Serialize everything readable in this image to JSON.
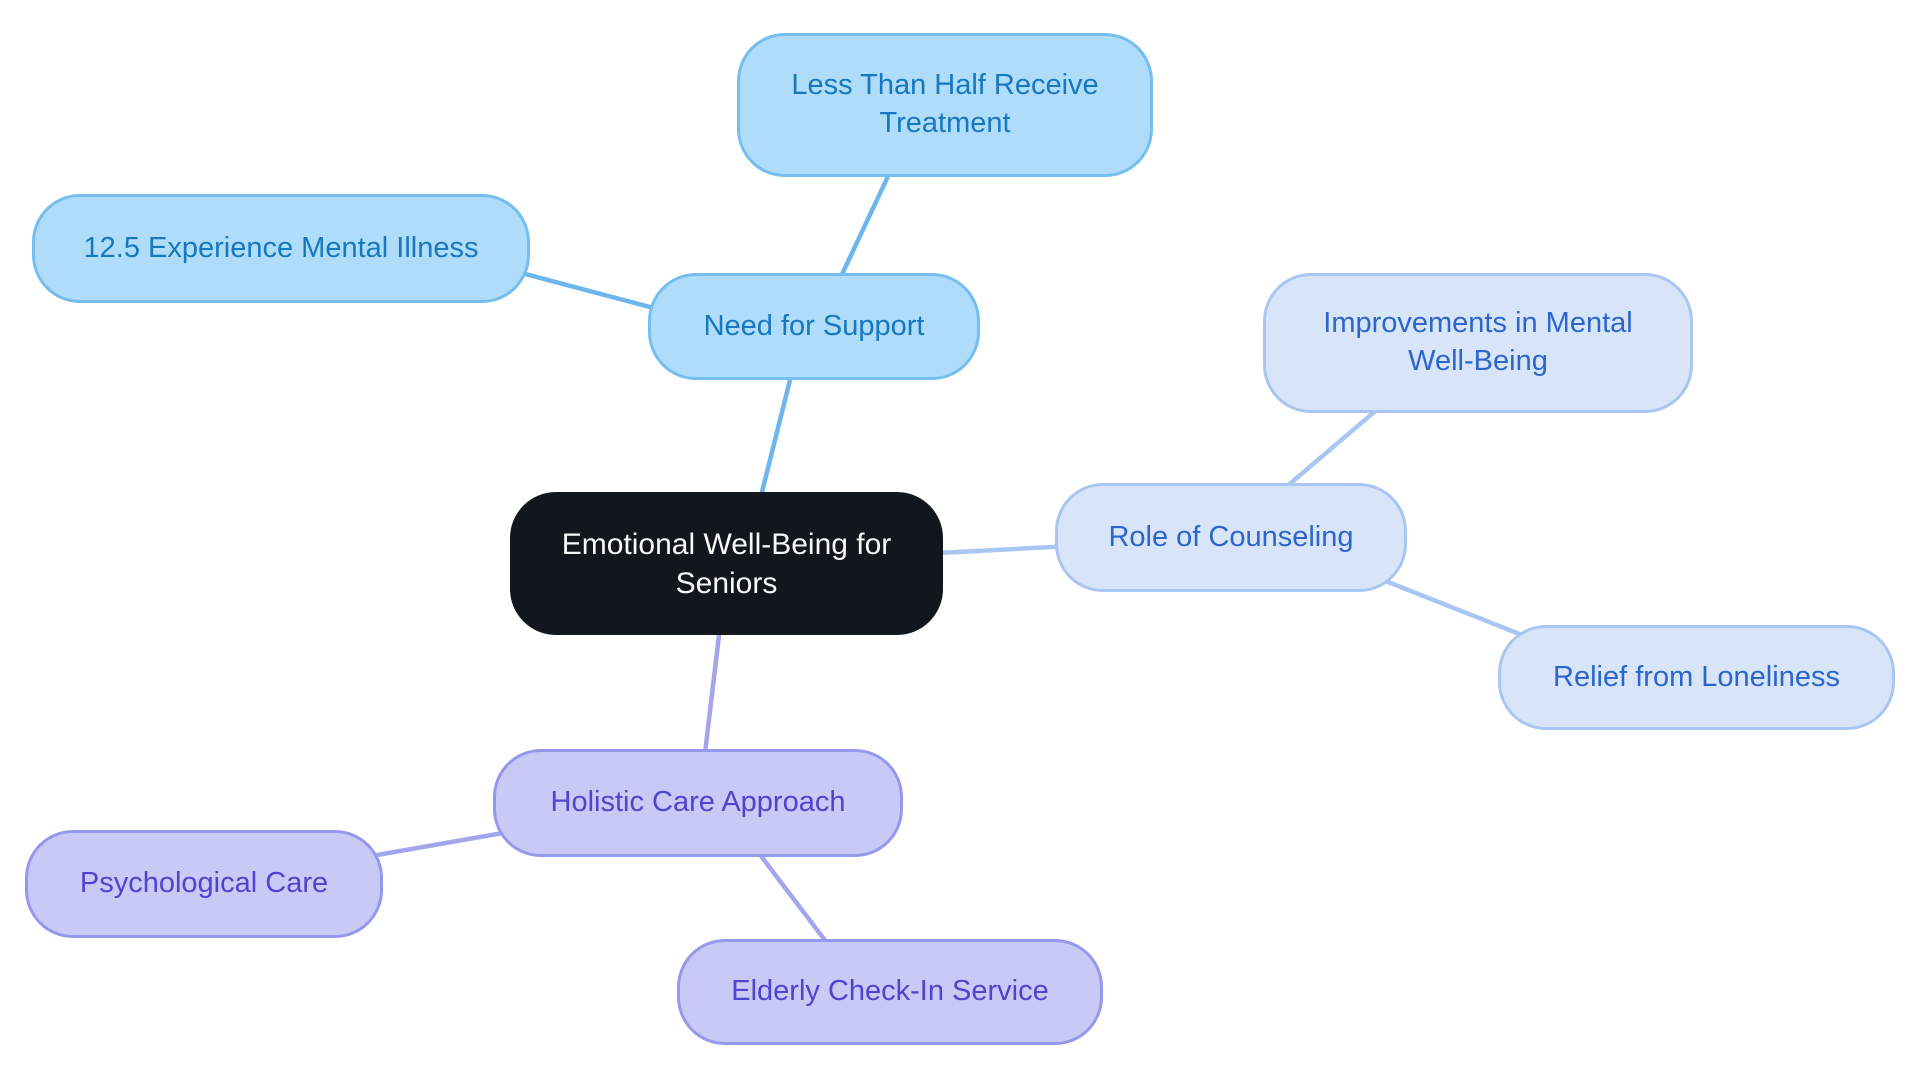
{
  "canvas": {
    "background_color": "#ffffff"
  },
  "mindmap": {
    "root": {
      "label": "Emotional Well-Being for Seniors",
      "fill": "#12171E",
      "text_color": "#F7F9F9"
    },
    "branches": [
      {
        "label": "Need for Support",
        "fill": "#AFDCF8",
        "border": "#74BEF0",
        "text_color": "#1578C1",
        "edge_color": "#6DB6ED",
        "children": [
          {
            "label": "Less Than Half Receive Treatment"
          },
          {
            "label": "12.5 Experience Mental Illness"
          }
        ]
      },
      {
        "label": "Role of Counseling",
        "fill": "#D8E5F9",
        "border": "#A9C5F1",
        "text_color": "#2A66CB",
        "edge_color": "#A9C6F2",
        "children": [
          {
            "label": "Improvements in Mental Well-Being"
          },
          {
            "label": "Relief from Loneliness"
          }
        ]
      },
      {
        "label": "Holistic Care Approach",
        "fill": "#C8C9F5",
        "border": "#9598EC",
        "text_color": "#4D44D0",
        "edge_color": "#A3A5ED",
        "children": [
          {
            "label": "Psychological Care"
          },
          {
            "label": "Elderly Check-In Service"
          }
        ]
      }
    ]
  }
}
